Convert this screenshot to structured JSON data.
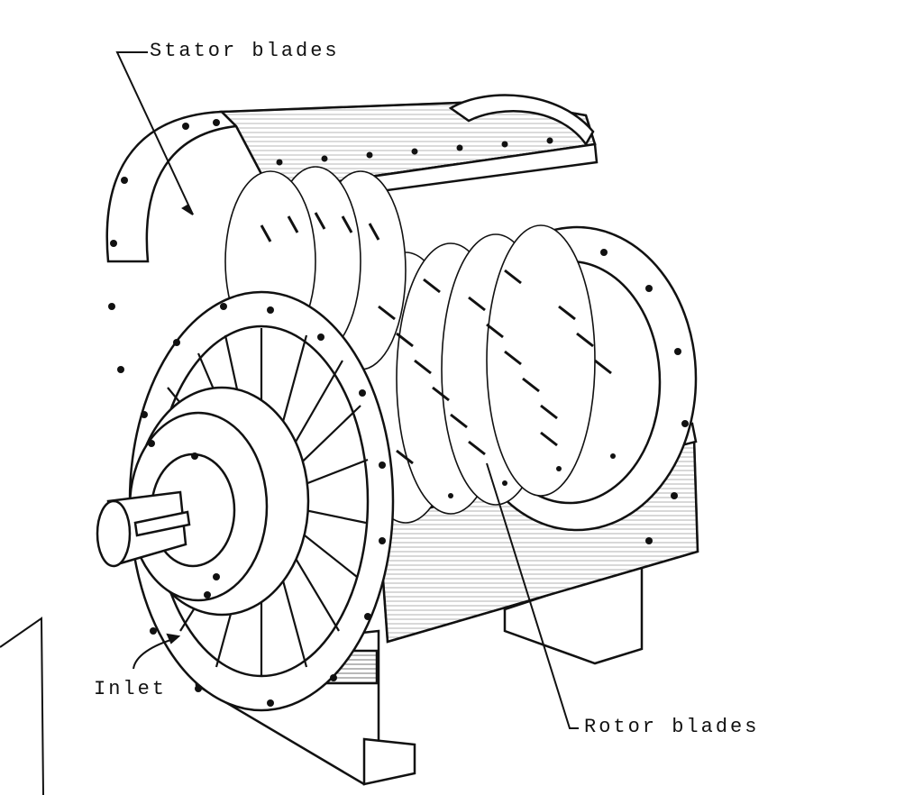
{
  "labels": {
    "stator": "Stator blades",
    "inlet": "Inlet",
    "rotor": "Rotor blades"
  },
  "colors": {
    "ink": "#111111",
    "paper": "#ffffff"
  }
}
